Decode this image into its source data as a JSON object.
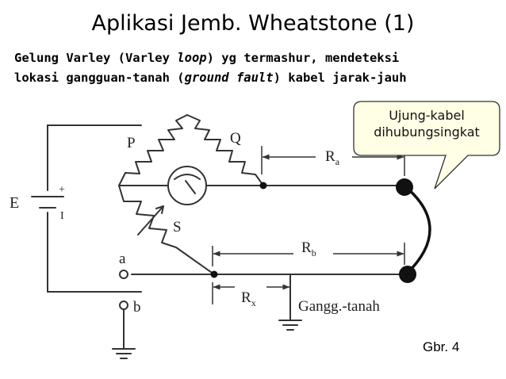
{
  "slide": {
    "title": "Aplikasi Jemb. Wheatstone (1)",
    "line1": {
      "a": "Gelung Varley (Varley ",
      "b": "loop",
      "c": ") yg termashur, mendeteksi"
    },
    "line2": {
      "a": "lokasi gangguan-tanah (",
      "b": "ground fault",
      "c": ") kabel jarak-jauh"
    },
    "figure_label": "Gbr. 4"
  },
  "callout": {
    "line1": "Ujung-kabel",
    "line2": "dihubungsingkat",
    "fill": "#ffffe6"
  },
  "diagram": {
    "labels": {
      "E": "E",
      "plus": "+",
      "minus": "I",
      "P": "P",
      "Q": "Q",
      "S": "S",
      "Ra": "R",
      "Ra_sub": "a",
      "Rb": "R",
      "Rb_sub": "b",
      "Rx": "R",
      "Rx_sub": "x",
      "a": "a",
      "b": "b",
      "ground": "Gangg.-tanah"
    },
    "stroke": "#333333"
  }
}
